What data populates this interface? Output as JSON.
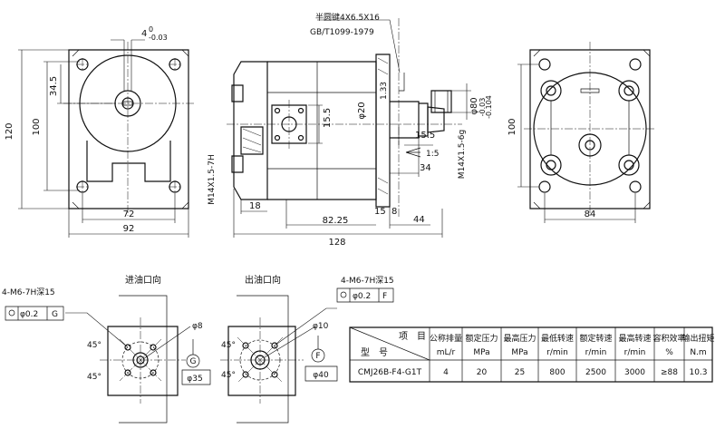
{
  "dims": {
    "d120": "120",
    "d100": "100",
    "d34_5": "34.5",
    "d72": "72",
    "d92": "92",
    "d4": "4",
    "d4_tol_up": "0",
    "d4_tol_low": "-0.03",
    "d18": "18",
    "d82_25": "82.25",
    "d128": "128",
    "d15": "15",
    "d8": "8",
    "d44": "44",
    "d15_5a": "15.5",
    "d15_5b": "15.5",
    "d1_33": "1.33",
    "phi20": "φ20",
    "phi80": "φ80",
    "phi80_tol_up": "-0.03",
    "phi80_tol_low": "-0.104",
    "taper": "1:5",
    "d34": "34",
    "d100r": "100",
    "d84": "84",
    "m14_left": "M14X1.5-7H",
    "m14_right": "M14X1.5-6g"
  },
  "notes": {
    "key_spec": "半圆键4X6.5X16",
    "key_std": "GB/T1099-1979"
  },
  "ports": {
    "inlet_title": "进油口向",
    "outlet_title": "出油口向",
    "thread_left": "4-M6-7H深15",
    "thread_right": "4-M6-7H深15",
    "tol_left_value": "φ0.2",
    "tol_left_ref": "G",
    "tol_right_value": "φ0.2",
    "tol_right_ref": "F",
    "inlet_hole": "φ8",
    "inlet_circle": "φ35",
    "inlet_datum": "G",
    "outlet_hole": "φ10",
    "outlet_circle": "φ40",
    "outlet_datum": "F",
    "angle_a1": "45°",
    "angle_a2": "45°",
    "angle_b1": "45°",
    "angle_b2": "45°"
  },
  "table": {
    "item_label": "项　目",
    "model_label": "型　号",
    "headers": [
      {
        "name": "公称排量",
        "unit": "mL/r"
      },
      {
        "name": "额定压力",
        "unit": "MPa"
      },
      {
        "name": "最高压力",
        "unit": "MPa"
      },
      {
        "name": "最低转速",
        "unit": "r/min"
      },
      {
        "name": "额定转速",
        "unit": "r/min"
      },
      {
        "name": "最高转速",
        "unit": "r/min"
      },
      {
        "name": "容积效率",
        "unit": "%"
      },
      {
        "name": "输出扭矩",
        "unit": "N.m"
      }
    ],
    "rows": [
      {
        "model": "CMJ26B-F4-G1T",
        "values": [
          "4",
          "20",
          "25",
          "800",
          "2500",
          "3000",
          "≥88",
          "10.3"
        ]
      }
    ]
  }
}
